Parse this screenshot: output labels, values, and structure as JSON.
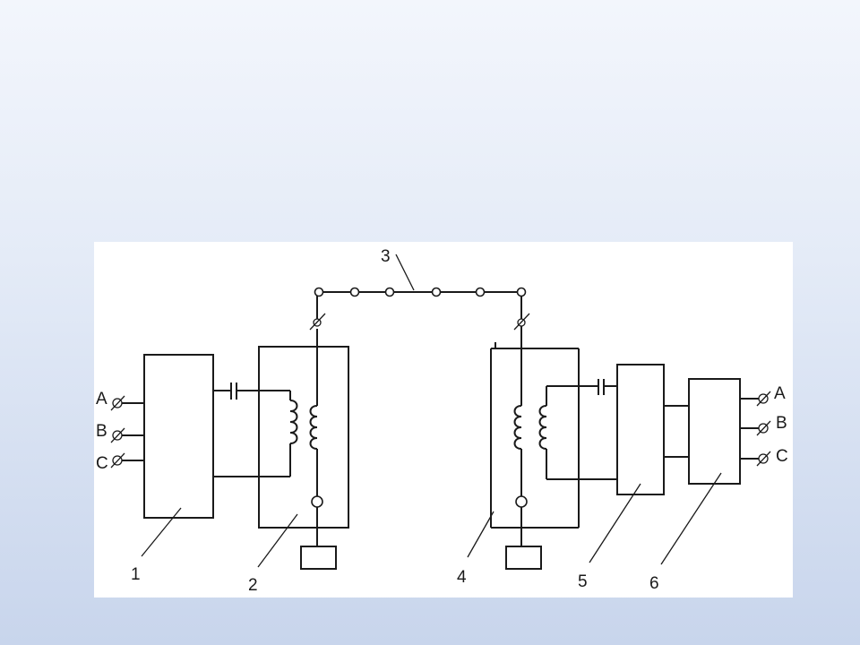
{
  "diagram": {
    "labels": {
      "block1": "1",
      "block2": "2",
      "line3": "3",
      "block4": "4",
      "block5": "5",
      "block6": "6"
    },
    "phases_left": [
      "A",
      "B",
      "C"
    ],
    "phases_right": [
      "A",
      "B",
      "C"
    ]
  }
}
